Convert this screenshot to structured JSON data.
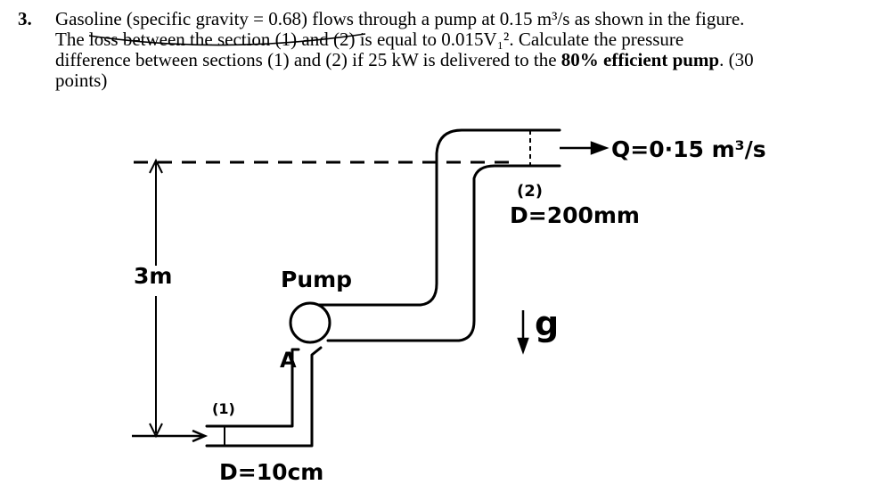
{
  "problem": {
    "number": "3.",
    "line1": "Gasoline (specific gravity = 0.68) flows through a pump at 0.15 m³/s as shown in the figure.",
    "line2": "The loss between the section (1) and (2) is equal to 0.015V₁². Calculate the pressure",
    "line3_a": "difference between sections (1) and (2) if 25 kW is delivered to the ",
    "line3_b": "80% efficient pump",
    "line3_c": ". (30",
    "line4": "points)"
  },
  "figure": {
    "flow_label": "Q=0·15 m³/s",
    "section2_label": "(2)",
    "section2_diameter": "D=200mm",
    "height_label": "3m",
    "pump_label": "Pump",
    "gravity_label": "g",
    "point_a_label": "A",
    "section1_label": "(1)",
    "section1_diameter": "D=10cm"
  }
}
